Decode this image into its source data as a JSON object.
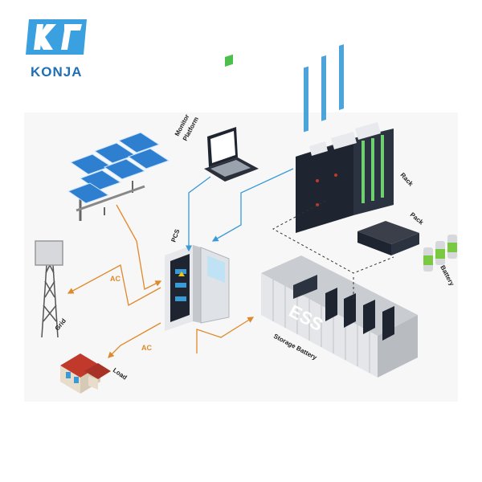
{
  "brand": {
    "name": "KONJA",
    "logo_color": "#3aa0e0"
  },
  "labels": {
    "monitor_platform_line1": "Monitor",
    "monitor_platform_line2": "Platform",
    "rack": "Rack",
    "pack": "Pack",
    "battery": "Battery",
    "pcs": "PCS",
    "ess": "ESS",
    "storage_battery": "Storage Battery",
    "grid": "Grid",
    "load": "Load",
    "ac_grid": "AC",
    "ac_load": "AC"
  },
  "colors": {
    "ac_line": "#e0892a",
    "data_line": "#3a9ad6",
    "dashed_line": "#333333",
    "solar": "#2f7fd0",
    "rack": "#1e2430",
    "container": "#d8dadd"
  },
  "icons": [
    "solar-panel-icon",
    "laptop-icon",
    "server-rack-icon",
    "battery-pack-icon",
    "battery-cells-icon",
    "pcs-cabinet-icon",
    "container-icon",
    "grid-tower-icon",
    "house-icon"
  ]
}
